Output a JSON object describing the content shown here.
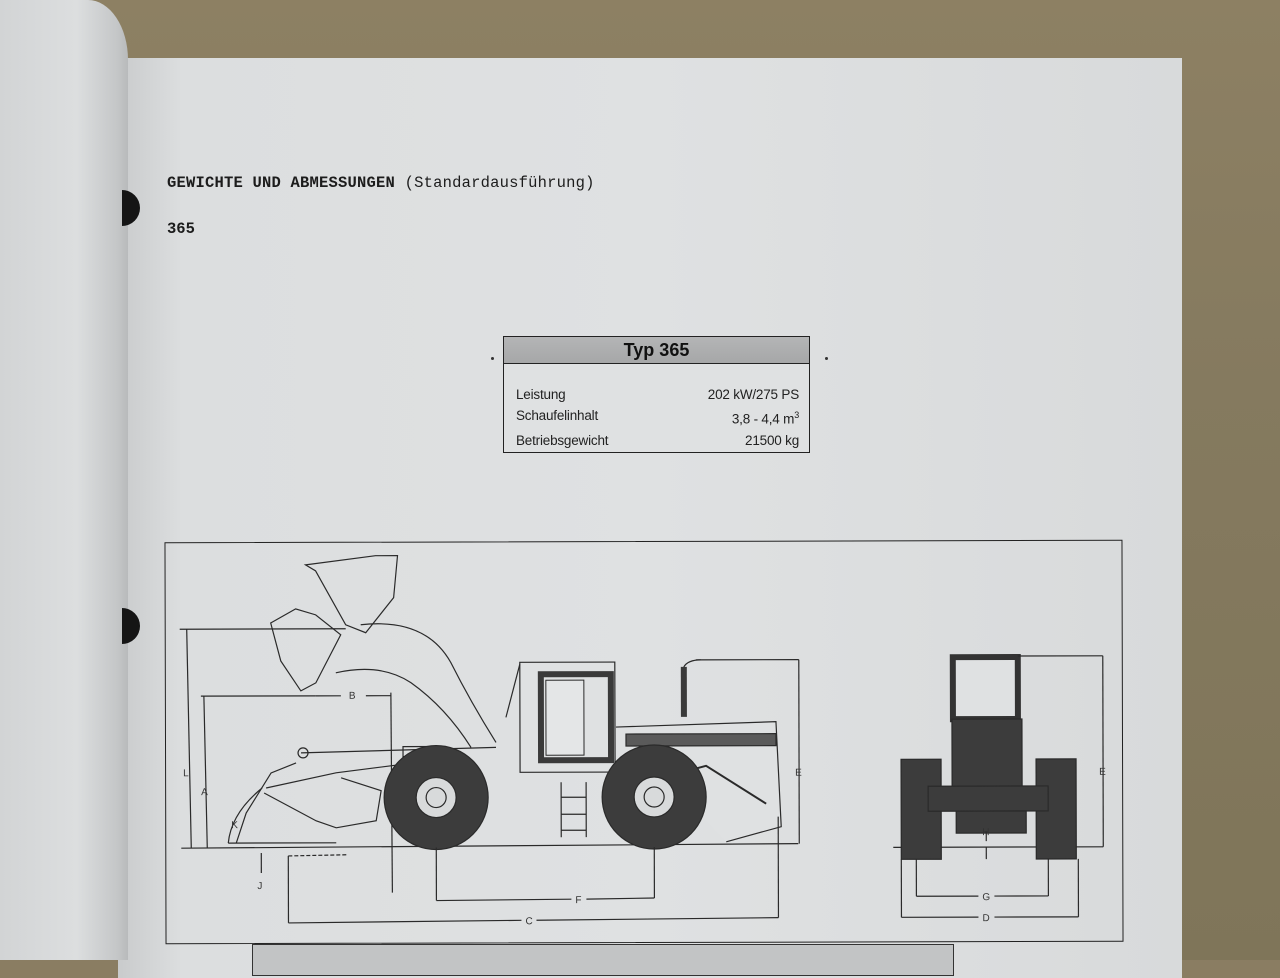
{
  "document": {
    "heading": "GEWICHTE UND ABMESSUNGEN",
    "heading_sub": "(Standardausführung)",
    "model_number": "365"
  },
  "spec_box": {
    "title": "Typ 365",
    "rows": [
      {
        "label": "Leistung",
        "value": "202 kW/275 PS"
      },
      {
        "label": "Schaufelinhalt",
        "value": "3,8 - 4,4 m",
        "unit_sup": "3"
      },
      {
        "label": "Betriebsgewicht",
        "value": "21500 kg"
      }
    ]
  },
  "figure": {
    "side_view_dimensions": [
      "A",
      "B",
      "C",
      "E",
      "F",
      "J",
      "K",
      "L"
    ],
    "front_view_dimensions": [
      "D",
      "E",
      "G",
      "H"
    ],
    "labels": {
      "A": "A",
      "B": "B",
      "C": "C",
      "D": "D",
      "E": "E",
      "F": "F",
      "G": "G",
      "H": "H",
      "J": "J",
      "K": "K",
      "L": "L"
    }
  },
  "colors": {
    "paper": "#dfe1e2",
    "ink": "#222222",
    "tire": "#3c3c3c",
    "header_fill": "#a9aaab",
    "table_surface": "#8a7d62"
  }
}
